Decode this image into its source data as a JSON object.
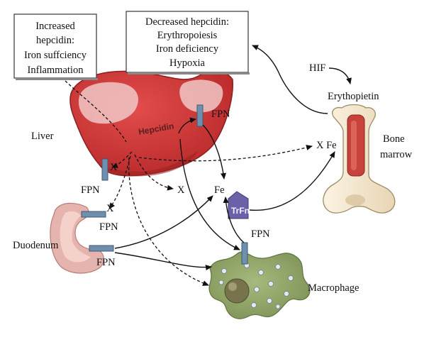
{
  "increased_box": [
    "Increased",
    "hepcidin:",
    "Iron suffciency",
    "Inflammation"
  ],
  "decreased_box": [
    "Decreased hepcidin:",
    "Erythropoiesis",
    "Iron deficiency",
    "Hypoxia"
  ],
  "labels": {
    "hif": "HIF",
    "erythropoietin": "Erythopietin",
    "liver": "Liver",
    "hepcidin": "Hepcidin",
    "bone_marrow_line1": "Bone",
    "bone_marrow_line2": "marrow",
    "x_fe": "X Fe",
    "fe": "Fe",
    "x_center": "X",
    "x_duodenum": "X",
    "x_liver": "X",
    "trfn": "TrFn",
    "duodenum": "Duodenum",
    "macrophage": "Macrophage",
    "fpn_liver_right": "FPN",
    "fpn_liver_left": "FPN",
    "fpn_duodenum_top": "FPN",
    "fpn_duodenum_bottom": "FPN",
    "fpn_macrophage": "FPN"
  },
  "colors": {
    "liver": "#cc3a3a",
    "liver_highlight": "#f1c7c7",
    "bone": "#f7ead2",
    "marrow": "#c8423c",
    "duodenum": "#e6b4ae",
    "macrophage": "#8da267",
    "trfn": "#6a62a8",
    "fpn": "#6f8fae"
  }
}
